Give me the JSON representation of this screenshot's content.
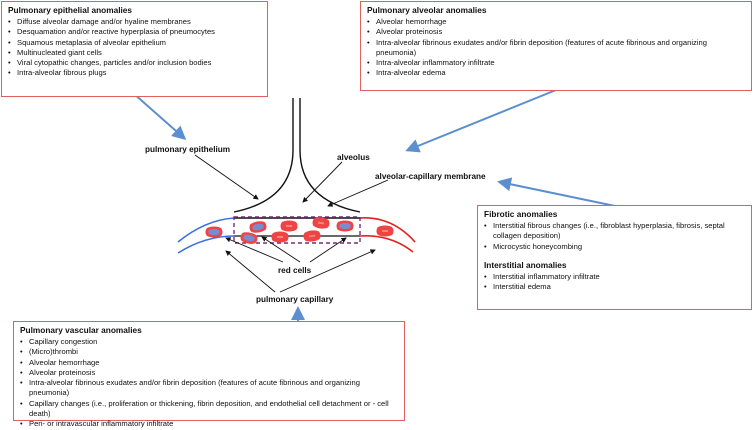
{
  "epithelial": {
    "title": "Pulmonary epithelial anomalies",
    "items": [
      "Diffuse alveolar damage and/or hyaline membranes",
      "Desquamation and/or reactive hyperplasia of pneumocytes",
      "Squamous metaplasia of alveolar epithelium",
      "Multinucleated giant cells",
      "Viral cytopathic changes, particles and/or inclusion bodies",
      "Intra-alveolar fibrous plugs"
    ]
  },
  "alveolar": {
    "title": "Pulmonary alveolar anomalies",
    "items": [
      "Alveolar hemorrhage",
      "Alveolar proteinosis",
      "Intra-alveolar fibrinous exudates and/or fibrin deposition (features of acute fibrinous and organizing pneumonia)",
      "Intra-alveolar inflammatory infiltrate",
      "Intra-alveolar edema"
    ]
  },
  "fibrotic": {
    "title": "Fibrotic anomalies",
    "items": [
      "Interstitial fibrous changes (i.e., fibroblast hyperplasia, fibrosis, septal collagen deposition)",
      "Microcystic honeycombing"
    ]
  },
  "interstitial": {
    "title": "Interstitial anomalies",
    "items": [
      "Interstitial inflammatory infiltrate",
      "Interstitial edema"
    ]
  },
  "vascular": {
    "title": "Pulmonary vascular anomalies",
    "items": [
      "Capillary congestion",
      "(Micro)thrombi",
      "Alveolar hemorrhage",
      "Alveolar proteinosis",
      "Intra-alveolar fibrinous exudates and/or fibrin deposition (features of acute fibrinous and organizing pneumonia)",
      "Capillary changes (i.e., proliferation or thickening, fibrin deposition, and endothelial cell detachment or - cell death)",
      "Peri- or intravascular inflammatory infiltrate"
    ]
  },
  "labels": {
    "pulmonary_epithelium": "pulmonary epithelium",
    "alveolus": "alveolus",
    "alveolar_capillary_membrane": "alveolar-capillary membrane",
    "red_cells": "red cells",
    "pulmonary_capillary": "pulmonary capillary"
  },
  "colors": {
    "box_border": "#e06060",
    "arrow_blue": "#5b8fd0",
    "vessel_blue": "#3a6fe0",
    "vessel_red": "#e02020",
    "cell_red": "#ee4444",
    "cell_blue": "#7a8ccc",
    "membrane_dash": "#7a2a7a"
  }
}
